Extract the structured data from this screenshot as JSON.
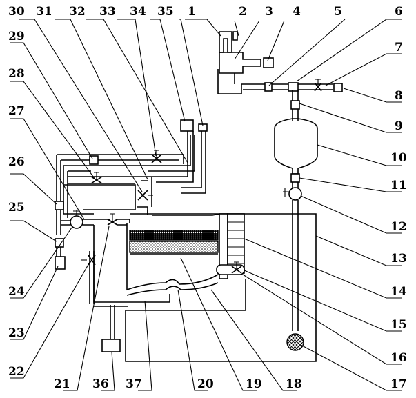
{
  "diagram": {
    "labels": {
      "n1": "1",
      "n2": "2",
      "n3": "3",
      "n4": "4",
      "n5": "5",
      "n6": "6",
      "n7": "7",
      "n8": "8",
      "n9": "9",
      "n10": "10",
      "n11": "11",
      "n12": "12",
      "n13": "13",
      "n14": "14",
      "n15": "15",
      "n16": "16",
      "n17": "17",
      "n18": "18",
      "n19": "19",
      "n20": "20",
      "n21": "21",
      "n22": "22",
      "n23": "23",
      "n24": "24",
      "n25": "25",
      "n26": "26",
      "n27": "27",
      "n28": "28",
      "n29": "29",
      "n30": "30",
      "n31": "31",
      "n32": "32",
      "n33": "33",
      "n34": "34",
      "n35": "35",
      "n36": "36",
      "n37": "37"
    }
  }
}
